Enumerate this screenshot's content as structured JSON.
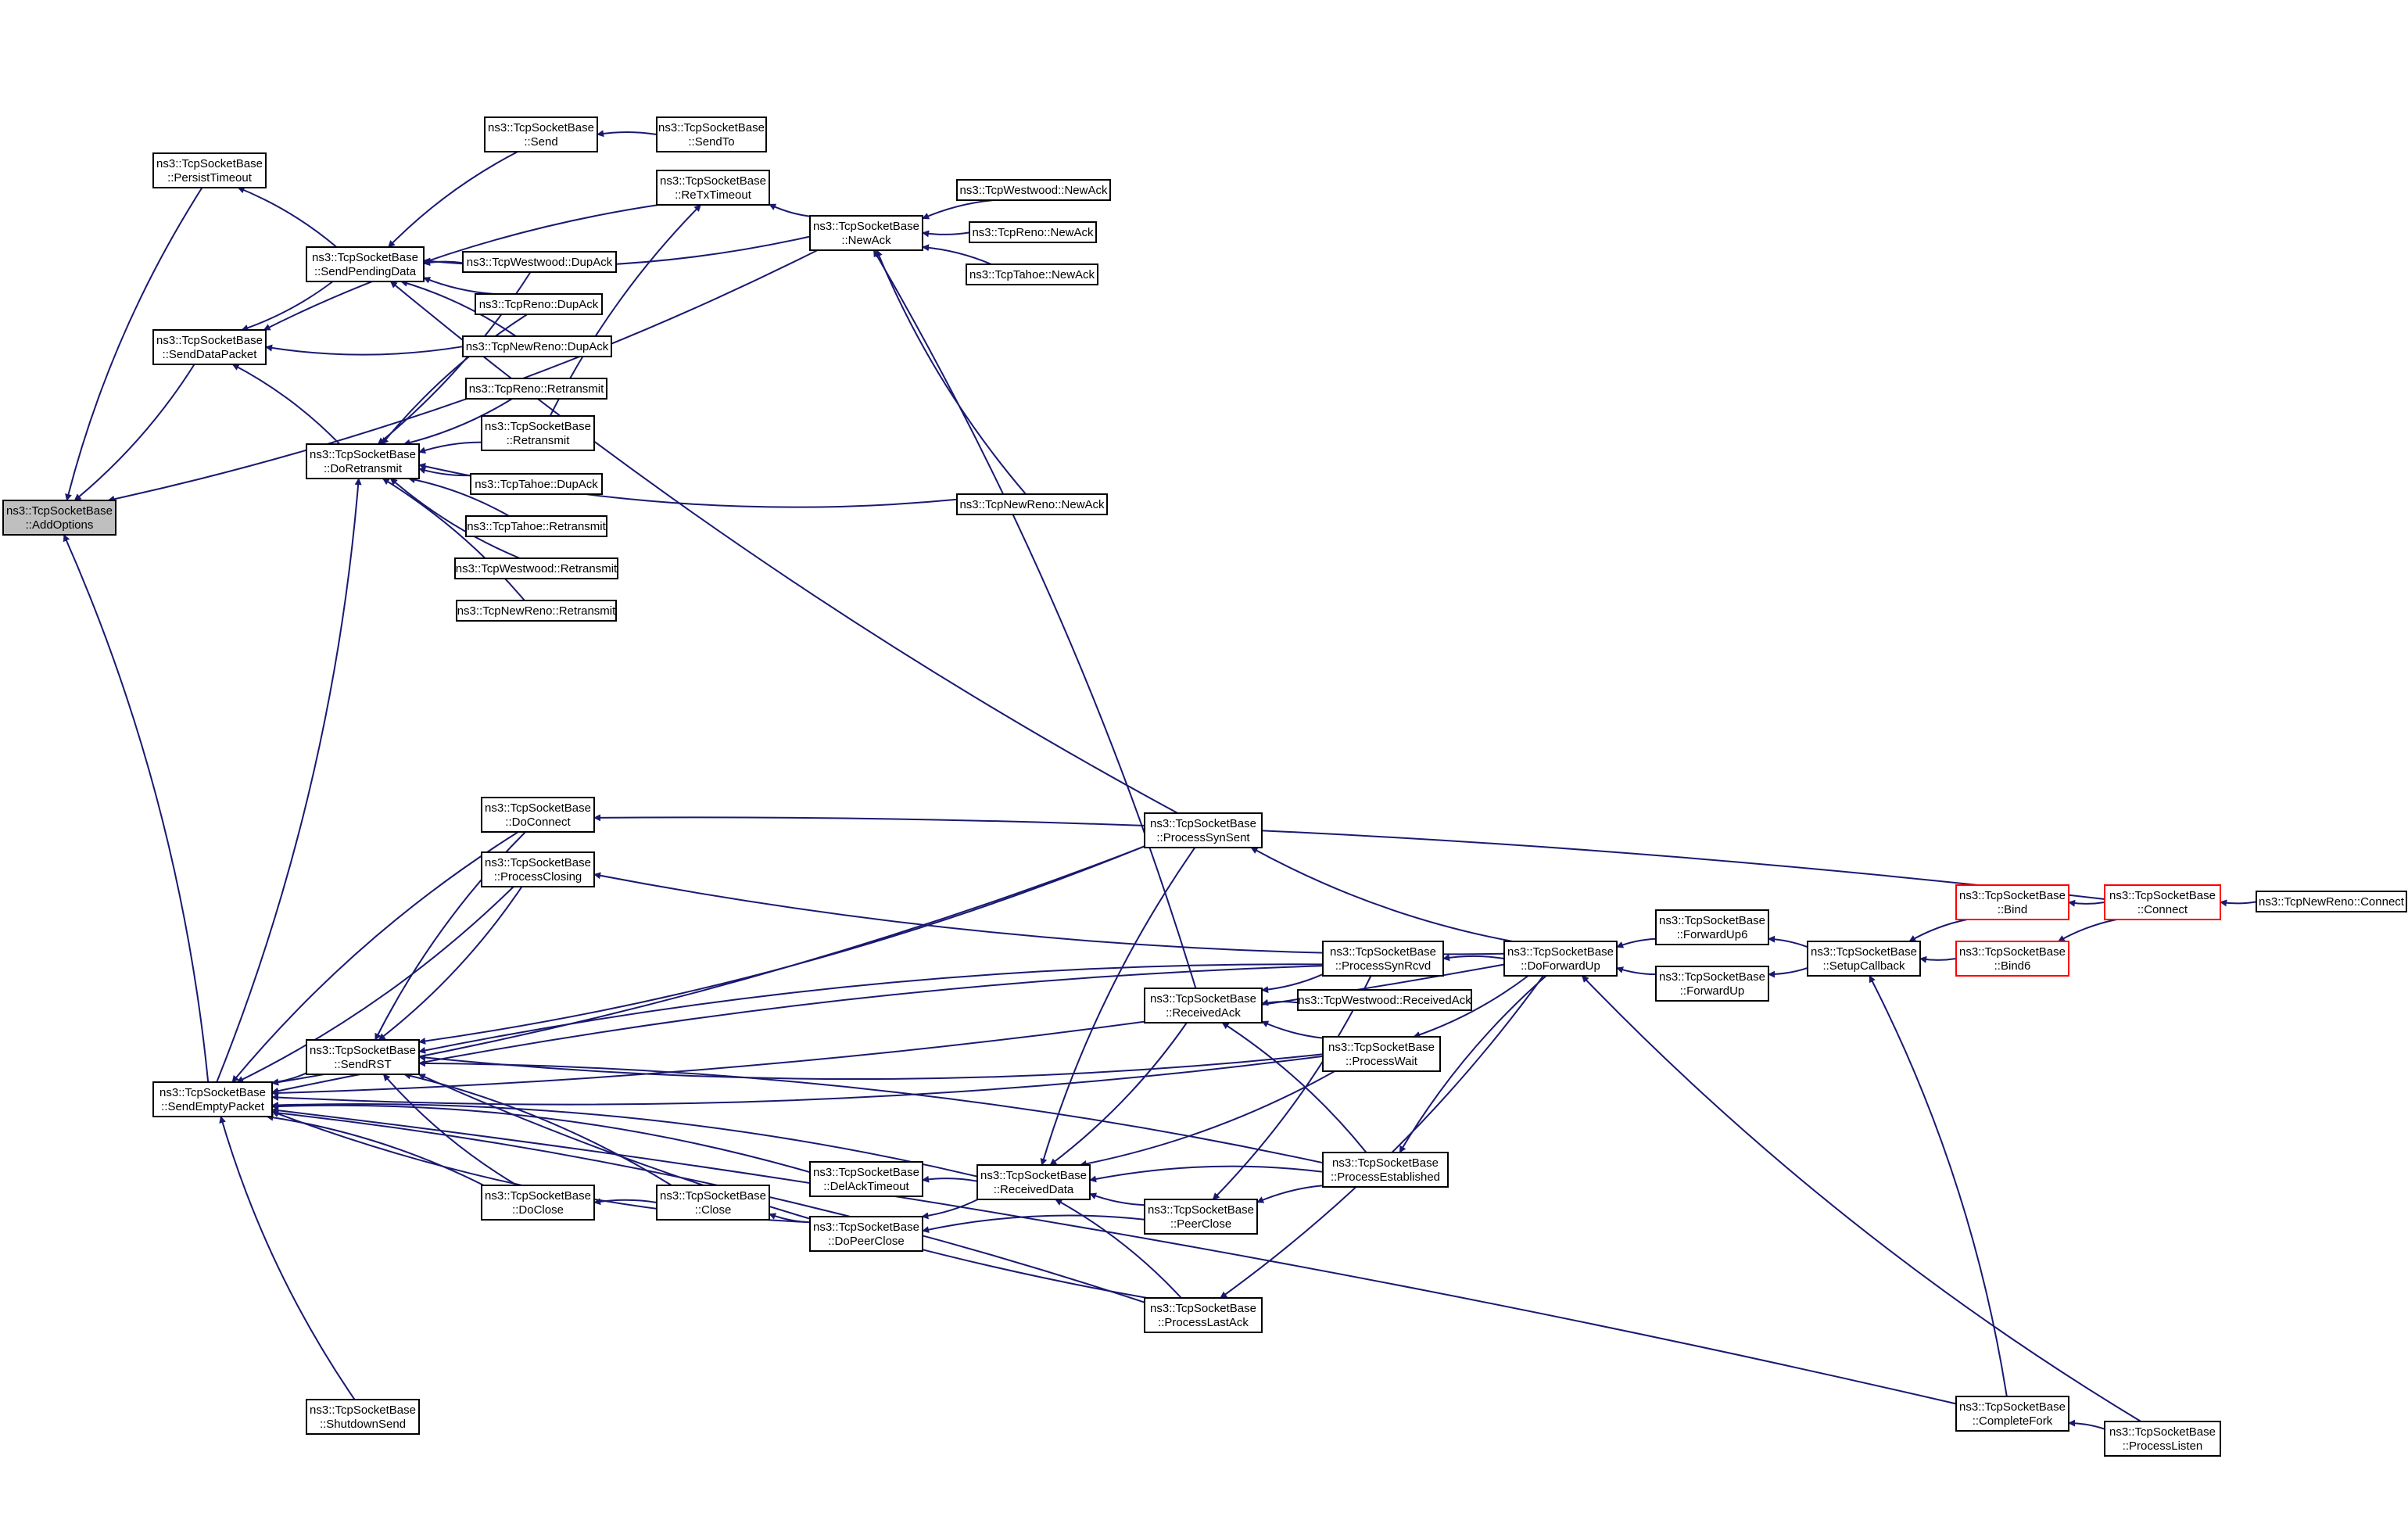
{
  "colors": {
    "edge": "#191970",
    "root_fill": "#bfbfbf",
    "node_stroke": "#000000",
    "truncated_stroke": "#ff0000"
  },
  "nodes": {
    "addoptions": {
      "lines": [
        "ns3::TcpSocketBase",
        "::AddOptions"
      ],
      "root": true
    },
    "persisttimeout": {
      "lines": [
        "ns3::TcpSocketBase",
        "::PersistTimeout"
      ]
    },
    "senddatapacket": {
      "lines": [
        "ns3::TcpSocketBase",
        "::SendDataPacket"
      ]
    },
    "sendemptypacket": {
      "lines": [
        "ns3::TcpSocketBase",
        "::SendEmptyPacket"
      ]
    },
    "sendpendingdata": {
      "lines": [
        "ns3::TcpSocketBase",
        "::SendPendingData"
      ]
    },
    "doretransmit": {
      "lines": [
        "ns3::TcpSocketBase",
        "::DoRetransmit"
      ]
    },
    "send": {
      "lines": [
        "ns3::TcpSocketBase",
        "::Send"
      ]
    },
    "sendto": {
      "lines": [
        "ns3::TcpSocketBase",
        "::SendTo"
      ]
    },
    "retxtimeout": {
      "lines": [
        "ns3::TcpSocketBase",
        "::ReTxTimeout"
      ]
    },
    "newack": {
      "lines": [
        "ns3::TcpSocketBase",
        "::NewAck"
      ]
    },
    "westwood_newack": {
      "lines": [
        "ns3::TcpWestwood::NewAck"
      ]
    },
    "reno_newack": {
      "lines": [
        "ns3::TcpReno::NewAck"
      ]
    },
    "tahoe_newack": {
      "lines": [
        "ns3::TcpTahoe::NewAck"
      ]
    },
    "newreno_newack": {
      "lines": [
        "ns3::TcpNewReno::NewAck"
      ]
    },
    "westwood_dupack": {
      "lines": [
        "ns3::TcpWestwood::DupAck"
      ]
    },
    "reno_dupack": {
      "lines": [
        "ns3::TcpReno::DupAck"
      ]
    },
    "newreno_dupack": {
      "lines": [
        "ns3::TcpNewReno::DupAck"
      ]
    },
    "reno_retransmit": {
      "lines": [
        "ns3::TcpReno::Retransmit"
      ]
    },
    "retransmit": {
      "lines": [
        "ns3::TcpSocketBase",
        "::Retransmit"
      ]
    },
    "tahoe_dupack": {
      "lines": [
        "ns3::TcpTahoe::DupAck"
      ]
    },
    "tahoe_retransmit": {
      "lines": [
        "ns3::TcpTahoe::Retransmit"
      ]
    },
    "westwood_retransmit": {
      "lines": [
        "ns3::TcpWestwood::Retransmit"
      ]
    },
    "newreno_retransmit": {
      "lines": [
        "ns3::TcpNewReno::Retransmit"
      ]
    },
    "doconnect": {
      "lines": [
        "ns3::TcpSocketBase",
        "::DoConnect"
      ]
    },
    "processclosing": {
      "lines": [
        "ns3::TcpSocketBase",
        "::ProcessClosing"
      ]
    },
    "sendrst": {
      "lines": [
        "ns3::TcpSocketBase",
        "::SendRST"
      ]
    },
    "doclose": {
      "lines": [
        "ns3::TcpSocketBase",
        "::DoClose"
      ]
    },
    "close": {
      "lines": [
        "ns3::TcpSocketBase",
        "::Close"
      ]
    },
    "shutdownsend": {
      "lines": [
        "ns3::TcpSocketBase",
        "::ShutdownSend"
      ]
    },
    "delacktimeout": {
      "lines": [
        "ns3::TcpSocketBase",
        "::DelAckTimeout"
      ]
    },
    "dopeerclose": {
      "lines": [
        "ns3::TcpSocketBase",
        "::DoPeerClose"
      ]
    },
    "receiveddata": {
      "lines": [
        "ns3::TcpSocketBase",
        "::ReceivedData"
      ]
    },
    "receivedack": {
      "lines": [
        "ns3::TcpSocketBase",
        "::ReceivedAck"
      ]
    },
    "westwood_receivedack": {
      "lines": [
        "ns3::TcpWestwood::ReceivedAck"
      ]
    },
    "processsynsent": {
      "lines": [
        "ns3::TcpSocketBase",
        "::ProcessSynSent"
      ]
    },
    "processsynrcvd": {
      "lines": [
        "ns3::TcpSocketBase",
        "::ProcessSynRcvd"
      ]
    },
    "processwait": {
      "lines": [
        "ns3::TcpSocketBase",
        "::ProcessWait"
      ]
    },
    "processestablished": {
      "lines": [
        "ns3::TcpSocketBase",
        "::ProcessEstablished"
      ]
    },
    "peerclose": {
      "lines": [
        "ns3::TcpSocketBase",
        "::PeerClose"
      ]
    },
    "processlastack": {
      "lines": [
        "ns3::TcpSocketBase",
        "::ProcessLastAck"
      ]
    },
    "doforwardup": {
      "lines": [
        "ns3::TcpSocketBase",
        "::DoForwardUp"
      ]
    },
    "forwardup6": {
      "lines": [
        "ns3::TcpSocketBase",
        "::ForwardUp6"
      ]
    },
    "forwardup": {
      "lines": [
        "ns3::TcpSocketBase",
        "::ForwardUp"
      ]
    },
    "setupcallback": {
      "lines": [
        "ns3::TcpSocketBase",
        "::SetupCallback"
      ]
    },
    "bind": {
      "lines": [
        "ns3::TcpSocketBase",
        "::Bind"
      ],
      "truncated": true
    },
    "bind6": {
      "lines": [
        "ns3::TcpSocketBase",
        "::Bind6"
      ],
      "truncated": true
    },
    "connect": {
      "lines": [
        "ns3::TcpSocketBase",
        "::Connect"
      ],
      "truncated": true
    },
    "newreno_connect": {
      "lines": [
        "ns3::TcpNewReno::Connect"
      ]
    },
    "completefork": {
      "lines": [
        "ns3::TcpSocketBase",
        "::CompleteFork"
      ]
    },
    "processlisten": {
      "lines": [
        "ns3::TcpSocketBase",
        "::ProcessListen"
      ]
    }
  },
  "edges": [
    [
      "persisttimeout",
      "addoptions"
    ],
    [
      "senddatapacket",
      "addoptions"
    ],
    [
      "sendemptypacket",
      "addoptions"
    ],
    [
      "newack",
      "addoptions"
    ],
    [
      "sendpendingdata",
      "persisttimeout"
    ],
    [
      "sendpendingdata",
      "senddatapacket"
    ],
    [
      "doretransmit",
      "senddatapacket"
    ],
    [
      "newreno_dupack",
      "senddatapacket"
    ],
    [
      "send",
      "sendpendingdata"
    ],
    [
      "newack",
      "sendpendingdata"
    ],
    [
      "westwood_dupack",
      "sendpendingdata"
    ],
    [
      "reno_dupack",
      "sendpendingdata"
    ],
    [
      "newreno_dupack",
      "sendpendingdata"
    ],
    [
      "processsynsent",
      "sendpendingdata"
    ],
    [
      "sendto",
      "send"
    ],
    [
      "retransmit",
      "retxtimeout"
    ],
    [
      "retxtimeout",
      "senddatapacket"
    ],
    [
      "newack",
      "retxtimeout"
    ],
    [
      "westwood_newack",
      "newack"
    ],
    [
      "reno_newack",
      "newack"
    ],
    [
      "tahoe_newack",
      "newack"
    ],
    [
      "newreno_newack",
      "newack"
    ],
    [
      "receivedack",
      "newack"
    ],
    [
      "westwood_dupack",
      "doretransmit"
    ],
    [
      "reno_dupack",
      "doretransmit"
    ],
    [
      "reno_retransmit",
      "doretransmit"
    ],
    [
      "retransmit",
      "doretransmit"
    ],
    [
      "tahoe_dupack",
      "doretransmit"
    ],
    [
      "tahoe_retransmit",
      "doretransmit"
    ],
    [
      "westwood_retransmit",
      "doretransmit"
    ],
    [
      "newreno_retransmit",
      "doretransmit"
    ],
    [
      "newreno_newack",
      "doretransmit"
    ],
    [
      "sendemptypacket",
      "doretransmit"
    ],
    [
      "sendrst",
      "sendemptypacket"
    ],
    [
      "doconnect",
      "sendemptypacket"
    ],
    [
      "processclosing",
      "sendemptypacket"
    ],
    [
      "doclose",
      "sendemptypacket"
    ],
    [
      "shutdownsend",
      "sendemptypacket"
    ],
    [
      "delacktimeout",
      "sendemptypacket"
    ],
    [
      "dopeerclose",
      "sendemptypacket"
    ],
    [
      "receiveddata",
      "sendemptypacket"
    ],
    [
      "processsynsent",
      "sendemptypacket"
    ],
    [
      "processsynrcvd",
      "sendemptypacket"
    ],
    [
      "processwait",
      "sendemptypacket"
    ],
    [
      "processlastack",
      "sendemptypacket"
    ],
    [
      "doforwardup",
      "sendemptypacket"
    ],
    [
      "completefork",
      "sendemptypacket"
    ],
    [
      "doclose",
      "sendrst"
    ],
    [
      "close",
      "sendrst"
    ],
    [
      "processclosing",
      "sendrst"
    ],
    [
      "doconnect",
      "sendrst"
    ],
    [
      "processsynsent",
      "sendrst"
    ],
    [
      "processsynrcvd",
      "sendrst"
    ],
    [
      "processwait",
      "sendrst"
    ],
    [
      "processestablished",
      "sendrst"
    ],
    [
      "processlastack",
      "sendrst"
    ],
    [
      "close",
      "doclose"
    ],
    [
      "dopeerclose",
      "close"
    ],
    [
      "connect",
      "doconnect"
    ],
    [
      "doforwardup",
      "processclosing"
    ],
    [
      "receiveddata",
      "delacktimeout"
    ],
    [
      "receiveddata",
      "dopeerclose"
    ],
    [
      "peerclose",
      "dopeerclose"
    ],
    [
      "receivedack",
      "receiveddata"
    ],
    [
      "processsynsent",
      "receiveddata"
    ],
    [
      "processwait",
      "receiveddata"
    ],
    [
      "processestablished",
      "receiveddata"
    ],
    [
      "peerclose",
      "receiveddata"
    ],
    [
      "processlastack",
      "receiveddata"
    ],
    [
      "processsynrcvd",
      "receivedack"
    ],
    [
      "westwood_receivedack",
      "receivedack"
    ],
    [
      "processwait",
      "receivedack"
    ],
    [
      "processestablished",
      "receivedack"
    ],
    [
      "processsynrcvd",
      "peerclose"
    ],
    [
      "processestablished",
      "peerclose"
    ],
    [
      "doforwardup",
      "processsynsent"
    ],
    [
      "doforwardup",
      "processsynrcvd"
    ],
    [
      "doforwardup",
      "processwait"
    ],
    [
      "doforwardup",
      "processestablished"
    ],
    [
      "doforwardup",
      "processlastack"
    ],
    [
      "forwardup6",
      "doforwardup"
    ],
    [
      "forwardup",
      "doforwardup"
    ],
    [
      "setupcallback",
      "forwardup6"
    ],
    [
      "setupcallback",
      "forwardup"
    ],
    [
      "bind",
      "setupcallback"
    ],
    [
      "bind6",
      "setupcallback"
    ],
    [
      "completefork",
      "setupcallback"
    ],
    [
      "connect",
      "bind"
    ],
    [
      "connect",
      "bind6"
    ],
    [
      "newreno_connect",
      "connect"
    ],
    [
      "processlisten",
      "completefork"
    ],
    [
      "processlisten",
      "doforwardup"
    ]
  ]
}
